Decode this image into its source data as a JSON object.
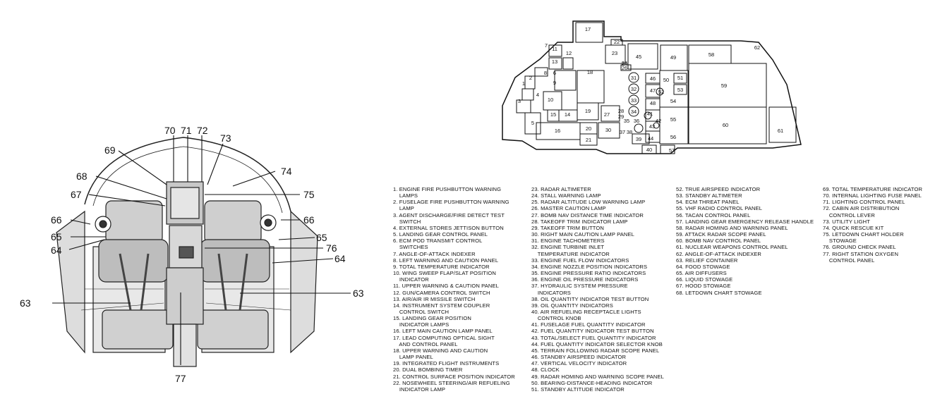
{
  "cockpit_callouts": [
    "63",
    "63",
    "64",
    "64",
    "65",
    "65",
    "66",
    "66",
    "67",
    "68",
    "69",
    "70",
    "71",
    "72",
    "73",
    "74",
    "75",
    "76",
    "77"
  ],
  "panel_numbers": [
    "1",
    "2",
    "3",
    "4",
    "5",
    "6",
    "7",
    "8",
    "9",
    "10",
    "11",
    "12",
    "13",
    "14",
    "15",
    "16",
    "17",
    "18",
    "19",
    "20",
    "21",
    "22",
    "23",
    "24",
    "25",
    "26",
    "27",
    "28",
    "29",
    "30",
    "31",
    "32",
    "33",
    "34",
    "35",
    "36",
    "37",
    "38",
    "39",
    "40",
    "41",
    "42",
    "43",
    "44",
    "45",
    "46",
    "47",
    "48",
    "49",
    "50",
    "51",
    "52",
    "53",
    "54",
    "55",
    "56",
    "57",
    "58",
    "59",
    "60",
    "61",
    "62"
  ],
  "legend": {
    "col1": [
      "1. ENGINE FIRE PUSHBUTTON WARNING",
      "    LAMPS",
      "2. FUSELAGE FIRE PUSHBUTTON WARNING",
      "    LAMP",
      "3. AGENT DISCHARGE/FIRE DETECT TEST",
      "    SWITCH",
      "4. EXTERNAL STORES JETTISON BUTTON",
      "5. LANDING GEAR CONTROL PANEL",
      "6. ECM POD TRANSMIT CONTROL",
      "    SWITCHES",
      "7. ANGLE-OF-ATTACK INDEXER",
      "8. LEFT WARNING AND CAUTION PANEL",
      "9. TOTAL TEMPERATURE INDICATOR",
      "10. WING SWEEP FLAP/SLAT POSITION",
      "    INDICATOR",
      "11. UPPER WARNING & CAUTION PANEL",
      "12. GUN/CAMERA CONTROL SWITCH",
      "13. AIR/AIR IR MISSILE SWITCH",
      "14. INSTRUMENT SYSTEM COUPLER",
      "    CONTROL SWITCH",
      "15. LANDING GEAR POSITION",
      "    INDICATOR LAMPS",
      "16. LEFT MAIN CAUTION LAMP PANEL",
      "17. LEAD COMPUTING OPTICAL SIGHT",
      "    AND CONTROL PANEL",
      "18. UPPER WARNING AND CAUTION",
      "    LAMP PANEL",
      "19. INTEGRATED FLIGHT INSTRUMENTS",
      "20. DUAL BOMBING TIMER",
      "21. CONTROL SURFACE POSITION INDICATOR",
      "22. NOSEWHEEL STEERING/AIR REFUELING",
      "    INDICATOR LAMP"
    ],
    "col2": [
      "23. RADAR ALTIMETER",
      "24. STALL WARNING LAMP",
      "25. RADAR ALTITUDE LOW WARNING LAMP",
      "26. MASTER CAUTION LAMP",
      "27. BOMB NAV DISTANCE TIME INDICATOR",
      "28. TAKEOFF TRIM INDICATOR LAMP",
      "29. TAKEOFF TRIM BUTTON",
      "30. RIGHT MAIN CAUTION LAMP PANEL",
      "31. ENGINE TACHOMETERS",
      "32. ENGINE TURBINE INLET",
      "    TEMPERATURE INDICATOR",
      "33. ENGINE FUEL FLOW INDICATORS",
      "34. ENGINE NOZZLE POSITION INDICATORS",
      "35. ENGINE PRESSURE RATIO INDICATORS",
      "36. ENGINE OIL PRESSURE INDICATORS",
      "37. HYDRAULIC SYSTEM PRESSURE",
      "    INDICATORS",
      "38. OIL QUANTITY INDICATOR TEST BUTTON",
      "39. OIL QUANTITY INDICATORS",
      "40. AIR REFUELING RECEPTACLE LIGHTS",
      "    CONTROL KNOB",
      "41. FUSELAGE FUEL QUANTITY INDICATOR",
      "42. FUEL QUANTITY INDICATOR TEST BUTTON",
      "43. TOTAL/SELECT FUEL QUANTITY INDICATOR",
      "44. FUEL QUANTITY INDICATOR SELECTOR KNOB",
      "45. TERRAIN FOLLOWING RADAR SCOPE PANEL",
      "46. STANDBY AIRSPEED INDICATOR",
      "47. VERTICAL VELOCITY INDICATOR",
      "48. CLOCK",
      "49. RADAR HOMING AND WARNING SCOPE PANEL",
      "50. BEARING-DISTANCE-HEADING INDICATOR",
      "51. STANDBY ALTITUDE INDICATOR"
    ],
    "col3": [
      "52. TRUE AIRSPEED INDICATOR",
      "53. STANDBY ALTIMETER",
      "54. ECM THREAT PANEL",
      "55. VHF RADIO CONTROL PANEL",
      "56. TACAN CONTROL PANEL",
      "57. LANDING GEAR EMERGENCY RELEASE HANDLE",
      "58. RADAR HOMING AND WARNING PANEL",
      "59. ATTACK RADAR SCOPE PANEL",
      "60. BOMB NAV CONTROL PANEL",
      "61. NUCLEAR WEAPONS CONTROL PANEL",
      "62. ANGLE-OF-ATTACK INDEXER",
      "63. RELIEF CONTAINER",
      "64. FOOD STOWAGE",
      "65. AIR DIFFUSERS",
      "66. LIQUID STOWAGE",
      "67. HOOD STOWAGE",
      "68. LETDOWN CHART STOWAGE"
    ],
    "col4": [
      "69. TOTAL TEMPERATURE INDICATOR",
      "70. INTERNAL LIGHTING FUSE PANEL",
      "71. LIGHTING CONTROL PANEL",
      "72. CABIN AIR DISTRIBUTION",
      "    CONTROL LEVER",
      "73. UTILITY LIGHT",
      "74. QUICK RESCUE KIT",
      "75. LETDOWN CHART HOLDER",
      "    STOWAGE",
      "76. GROUND CHECK PANEL",
      "77. RIGHT STATION OXYGEN",
      "    CONTROL PANEL"
    ]
  }
}
